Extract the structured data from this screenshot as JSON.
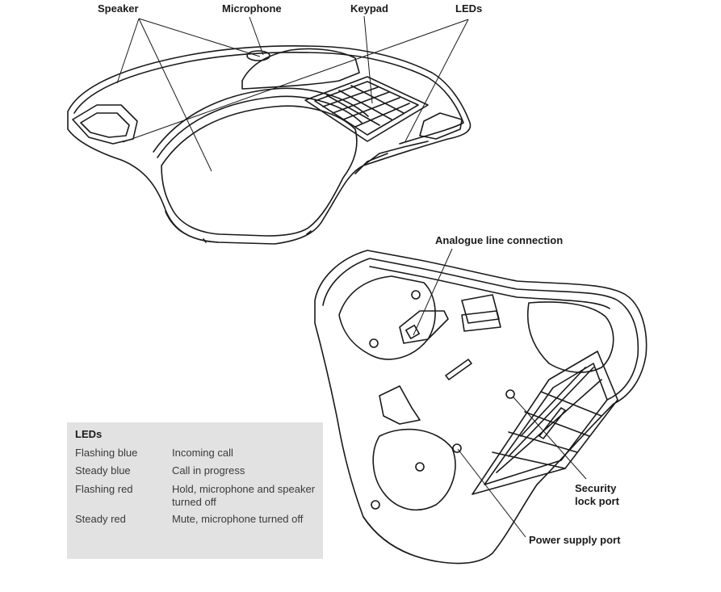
{
  "labels": {
    "speaker": "Speaker",
    "microphone": "Microphone",
    "keypad": "Keypad",
    "leds": "LEDs",
    "analogue": "Analogue line connection",
    "security": "Security lock port",
    "power": "Power supply port"
  },
  "led_table": {
    "title": "LEDs",
    "rows": [
      {
        "state": "Flashing blue",
        "meaning": "Incoming call"
      },
      {
        "state": "Steady blue",
        "meaning": "Call in progress"
      },
      {
        "state": "Flashing red",
        "meaning": "Hold, microphone and speaker turned off"
      },
      {
        "state": "Steady red",
        "meaning": "Mute, microphone turned off"
      }
    ]
  }
}
